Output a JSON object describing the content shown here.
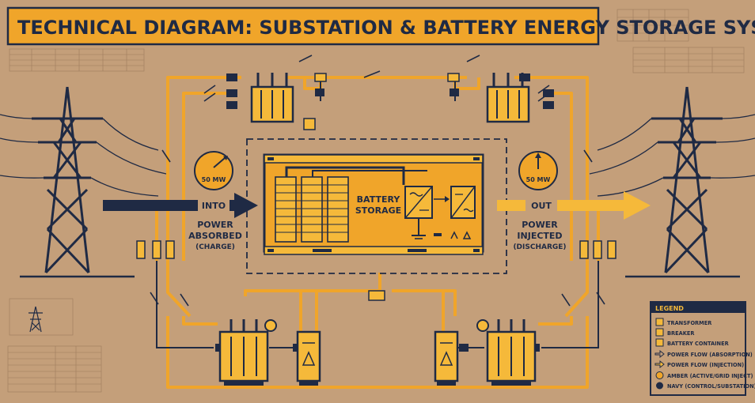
{
  "title": "TECHNICAL DIAGRAM:  SUBSTATION & BATTERY ENERGY STORAGE SYSTEM",
  "left_meter": {
    "value": "50 MW",
    "direction": "INTO",
    "label_line1": "POWER",
    "label_line2": "ABSORBED",
    "label_line3": "(CHARGE)"
  },
  "right_meter": {
    "value": "50 MW",
    "direction": "OUT",
    "label_line1": "POWER",
    "label_line2": "INJECTED",
    "label_line3": "(DISCHARGE)"
  },
  "battery": {
    "label_line1": "BATTERY",
    "label_line2": "STORAGE"
  },
  "legend": {
    "title": "LEGEND",
    "items": [
      "TRANSFORMER",
      "BREAKER",
      "BATTERY CONTAINER",
      "POWER FLOW (ABSORPTION)",
      "POWER FLOW (INJECTION)",
      "AMBER (ACTIVE/GRID INJECT)",
      "NAVY (CONTROL/SUBSTATION)"
    ]
  },
  "colors": {
    "background": "#c49f7a",
    "navy": "#1f2a44",
    "amber": "#f0a52a",
    "light_amber": "#f5b93a"
  }
}
